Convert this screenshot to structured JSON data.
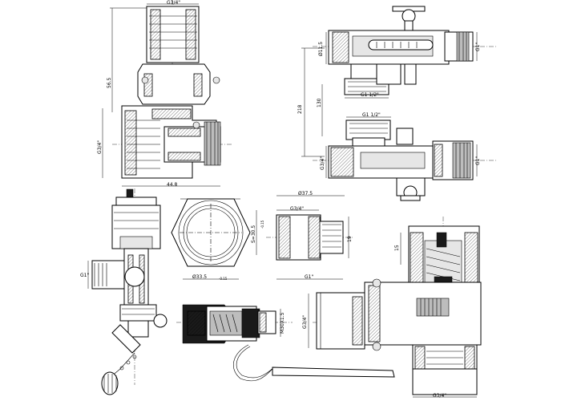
{
  "labels": {
    "top_g34": "G3/4\"",
    "h565": "56.5",
    "left_g34": "G3/4\"",
    "w448": "44.8",
    "d114": "Ø11.5",
    "g1_top": "G1\"",
    "g112_top": "G1 1/2\"",
    "v218": "218",
    "v130": "130",
    "g112_mid": "G1 1/2\"",
    "g34_tr": "G3/4\"",
    "g1_tr": "G1\"",
    "g1_left": "G1\"",
    "nut_d": "Ø33.5",
    "nut_d_tol": "-0.15",
    "nut_s": "S=30.5",
    "nut_s_tol": "-0.15",
    "d375": "Ø37.5",
    "ad_g34": "G3/4\"",
    "ad_19": "19",
    "ad_g1": "G1\"",
    "m305": "M30X1.5",
    "br_15": "15",
    "br_g34_left": "G3/4\"",
    "br_g34_bot": "G3/4\""
  }
}
